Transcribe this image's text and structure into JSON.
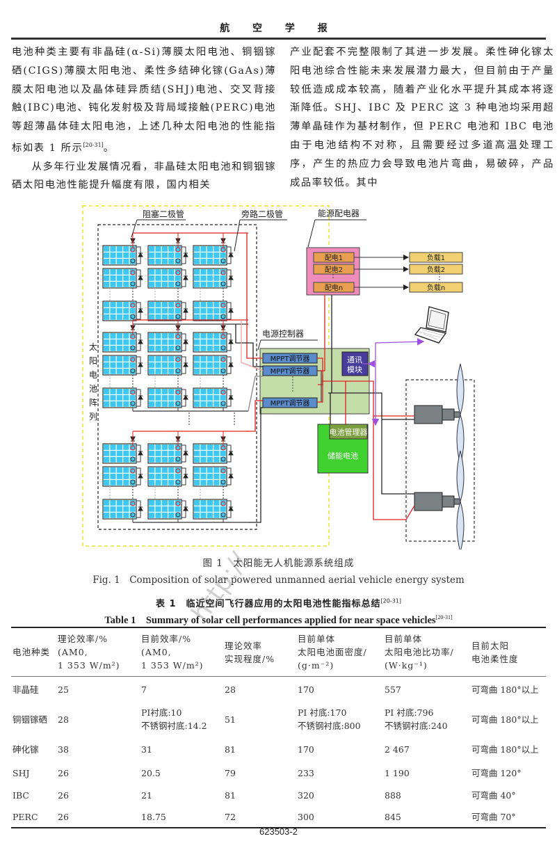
{
  "header": {
    "journal_title": "航 空 学 报"
  },
  "body_text": {
    "left_column": {
      "para1": "电池种类主要有非晶硅(α-Si)薄膜太阳电池、铜铟镓硒(CIGS)薄膜太阳电池、柔性多结砷化镓(GaAs)薄膜太阳电池以及晶体硅异质结(SHJ)电池、交叉背接触(IBC)电池、钝化发射极及背局域接触(PERC)电池等超薄晶体硅太阳电池，上述几种太阳电池的性能指标如表 1 所示",
      "para1_ref": "[20-31]",
      "para1_end": "。",
      "para2": "从多年行业发展情况看，非晶硅太阳电池和铜铟镓硒太阳电池性能提升幅度有限，国内相关"
    },
    "right_column": {
      "para": "产业配套不完整限制了其进一步发展。柔性砷化镓太阳电池综合性能未来发展潜力最大，但目前由于产量较低造成成本较高，随着产业化水平提升其成本将逐渐降低。SHJ、IBC 及 PERC 这 3 种电池均采用超薄单晶硅作为基材制作，但 PERC 电池和 IBC 电池由于电池结构不对称，且需要经过多道高温处理工序，产生的热应力会导致电池片弯曲，易破碎，产品成品率较低。其中"
    }
  },
  "figure": {
    "labels": {
      "blocking_diode": "阻塞二极管",
      "bypass_diode": "旁路二极管",
      "power_distributor": "能源配电器",
      "power_controller": "电源控制器",
      "solar_array": [
        "太",
        "阳",
        "电",
        "池",
        "阵",
        "列"
      ],
      "mppt": [
        "MPPT调节器",
        "MPPT调节器",
        "MPPT调节器"
      ],
      "comm_module": [
        "通讯",
        "模块"
      ],
      "distribution": [
        "配电1",
        "配电2",
        "配电n"
      ],
      "loads": [
        "负载1",
        "负载2",
        "负载n"
      ],
      "battery_manager": "电池管理器",
      "storage_battery": "储能电池"
    },
    "colors": {
      "panel_cell": "#3cc8f0",
      "distributor_fill": "#f08cbc",
      "distribution_box": "#e8a050",
      "load_box": "#f0d070",
      "controller_fill": "#c4dca8",
      "mppt_box": "#5a8ccc",
      "comm_box": "#483c9c",
      "battery_fill": "#40d030",
      "battery_manager_box": "#7ca040",
      "power_line": "#e02020",
      "ground_line": "#222222",
      "signal_line": "#a050e0",
      "outer_border": "#e8ec60"
    },
    "caption_cn": "图 1　太阳能无人机能源系统组成",
    "caption_en": "Fig. 1　Composition of solar powered unmanned aerial vehicle energy system"
  },
  "table": {
    "caption_cn": "表 1　临近空间飞行器应用的太阳电池性能指标总结",
    "caption_en": "Table 1　Summary of solar cell performances applied for near space vehicles",
    "caption_ref": "[20-31]",
    "headers": [
      [
        "电池种类"
      ],
      [
        "理论效率/%",
        "(AM0,",
        "1 353 W/m²)"
      ],
      [
        "目前效率/%",
        "(AM0,",
        "1 353 W/m²)"
      ],
      [
        "理论效率",
        "实现程度/%"
      ],
      [
        "目前单体",
        "太阳电池面密度/",
        "(g·m⁻²)"
      ],
      [
        "目前单体",
        "太阳电池比功率/",
        "(W·kg⁻¹)"
      ],
      [
        "目前太阳",
        "电池柔性度"
      ]
    ],
    "rows": [
      [
        [
          "非晶硅"
        ],
        [
          "25"
        ],
        [
          "7"
        ],
        [
          "28"
        ],
        [
          "170"
        ],
        [
          "557"
        ],
        [
          "可弯曲 180°以上"
        ]
      ],
      [
        [
          "铜铟镓硒"
        ],
        [
          "28"
        ],
        [
          "PI衬底:10",
          "不锈钢衬底:14.2"
        ],
        [
          "51"
        ],
        [
          "PI 衬底:170",
          "不锈钢衬底:800"
        ],
        [
          "PI 衬底:796",
          "不锈钢衬底:240"
        ],
        [
          "可弯曲 180°以上"
        ]
      ],
      [
        [
          "砷化镓"
        ],
        [
          "38"
        ],
        [
          "31"
        ],
        [
          "81"
        ],
        [
          "170"
        ],
        [
          "2 467"
        ],
        [
          "可弯曲 180°以上"
        ]
      ],
      [
        [
          "SHJ"
        ],
        [
          "26"
        ],
        [
          "20.5"
        ],
        [
          "79"
        ],
        [
          "233"
        ],
        [
          "1 190"
        ],
        [
          "可弯曲 120°"
        ]
      ],
      [
        [
          "IBC"
        ],
        [
          "26"
        ],
        [
          "21"
        ],
        [
          "81"
        ],
        [
          "320"
        ],
        [
          "888"
        ],
        [
          "可弯曲 40°"
        ]
      ],
      [
        [
          "PERC"
        ],
        [
          "26"
        ],
        [
          "18.75"
        ],
        [
          "72"
        ],
        [
          "300"
        ],
        [
          "845"
        ],
        [
          "可弯曲 70°"
        ]
      ]
    ]
  },
  "footer": {
    "page_number": "623503-2"
  }
}
